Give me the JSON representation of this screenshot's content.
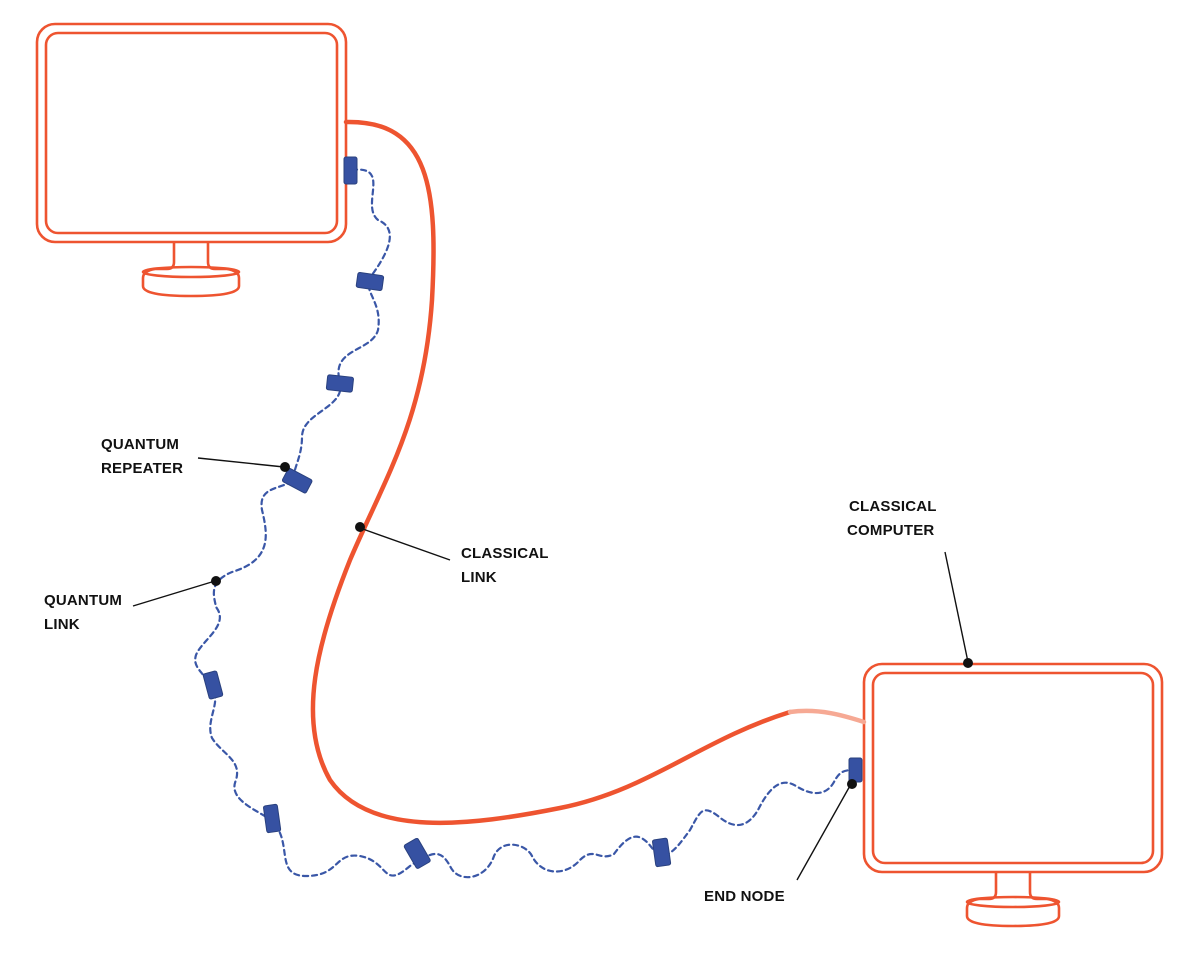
{
  "colors": {
    "classical": "#ee5430",
    "classical_faded": "#f6a994",
    "quantum": "#3a57a7",
    "repeater_fill": "#3651a2",
    "callout": "#111111",
    "background": "#ffffff"
  },
  "nodes": {
    "computer_top_left": {
      "icon": "monitor-icon"
    },
    "computer_bottom_right": {
      "icon": "monitor-icon"
    }
  },
  "links": {
    "classical_link": {
      "style": "solid"
    },
    "quantum_link": {
      "style": "dashed"
    }
  },
  "repeaters": {
    "icon": "quantum-repeater-icon",
    "count": 9
  },
  "labels": {
    "quantum_repeater": {
      "line1": "QUANTUM",
      "line2": "REPEATER"
    },
    "quantum_link": {
      "line1": "QUANTUM",
      "line2": "LINK"
    },
    "classical_link": {
      "line1": "CLASSICAL",
      "line2": "LINK"
    },
    "classical_computer": {
      "line1": "CLASSICAL",
      "line2": "COMPUTER"
    },
    "end_node": {
      "line1": "END NODE"
    }
  }
}
